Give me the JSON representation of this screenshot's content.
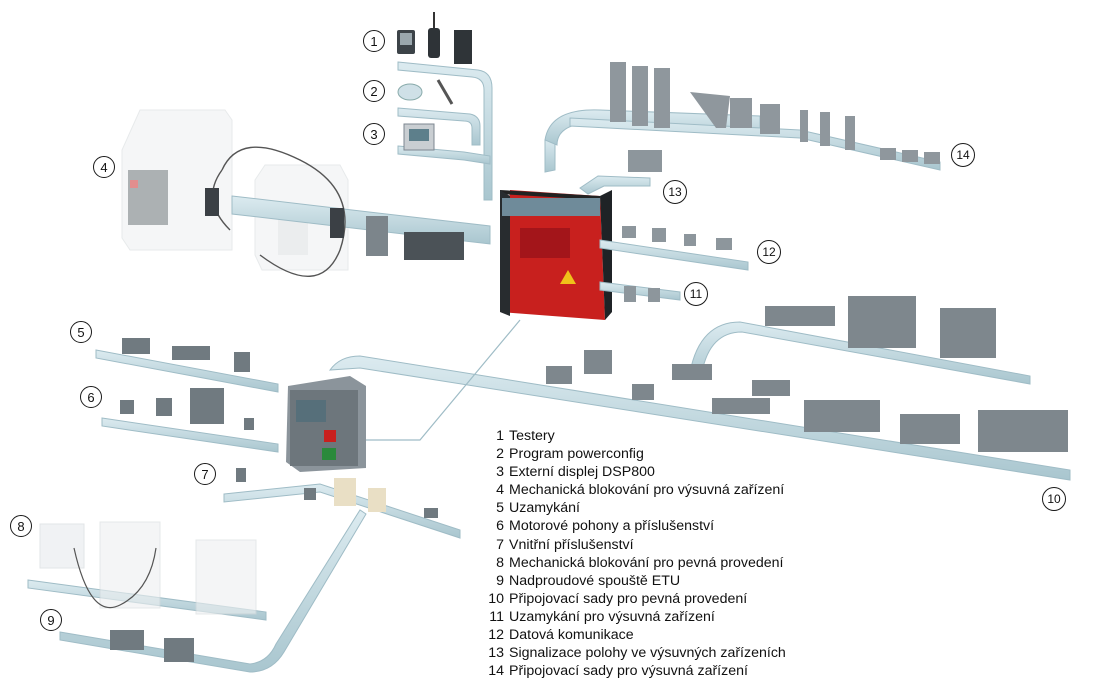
{
  "callouts": [
    "1",
    "2",
    "3",
    "4",
    "5",
    "6",
    "7",
    "8",
    "9",
    "10",
    "11",
    "12",
    "13",
    "14"
  ],
  "legend": [
    {
      "num": "1",
      "text": "Testery"
    },
    {
      "num": "2",
      "text": "Program powerconfig"
    },
    {
      "num": "3",
      "text": "Externí displej DSP800"
    },
    {
      "num": "4",
      "text": "Mechanická blokování pro výsuvná zařízení"
    },
    {
      "num": "5",
      "text": "Uzamykání"
    },
    {
      "num": "6",
      "text": "Motorové pohony a příslušenství"
    },
    {
      "num": "7",
      "text": "Vnitřní příslušenství"
    },
    {
      "num": "8",
      "text": "Mechanická blokování pro pevná provedení"
    },
    {
      "num": "9",
      "text": "Nadproudové spouště ETU"
    },
    {
      "num": "10",
      "text": "Připojovací sady pro pevná provedení"
    },
    {
      "num": "11",
      "text": "Uzamykání pro výsuvná zařízení"
    },
    {
      "num": "12",
      "text": "Datová komunikace"
    },
    {
      "num": "13",
      "text": "Signalizace polohy ve výsuvných zařízeních"
    },
    {
      "num": "14",
      "text": "Připojovací sady pro výsuvná zařízení"
    }
  ],
  "colors": {
    "rail": "#c9dde4",
    "rail_edge": "#9fbcc6",
    "breaker_red": "#c8201e",
    "device_grey": "#8b949b"
  }
}
